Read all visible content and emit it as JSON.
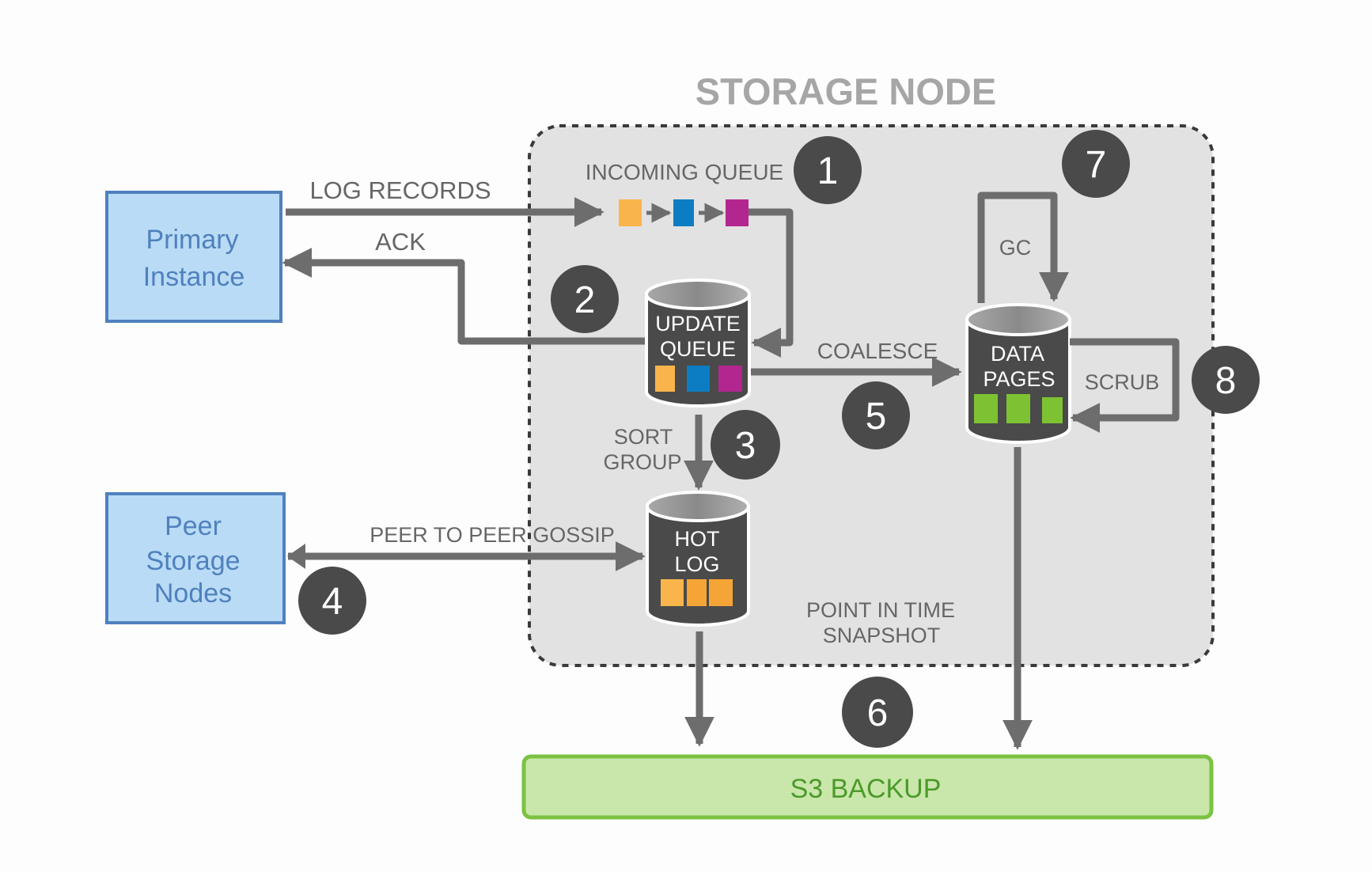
{
  "title": "STORAGE NODE",
  "external_nodes": {
    "primary": {
      "line1": "Primary",
      "line2": "Instance"
    },
    "peer": {
      "line1": "Peer",
      "line2": "Storage",
      "line3": "Nodes"
    }
  },
  "stores": {
    "update_queue": {
      "line1": "UPDATE",
      "line2": "QUEUE"
    },
    "hot_log": {
      "line1": "HOT",
      "line2": "LOG"
    },
    "data_pages": {
      "line1": "DATA",
      "line2": "PAGES"
    }
  },
  "labels": {
    "incoming_queue": "INCOMING QUEUE",
    "log_records": "LOG RECORDS",
    "ack": "ACK",
    "coalesce": "COALESCE",
    "sort": "SORT",
    "group": "GROUP",
    "gossip": "PEER TO PEER GOSSIP",
    "gc": "GC",
    "scrub": "SCRUB",
    "pit_line1": "POINT IN TIME",
    "pit_line2": "SNAPSHOT"
  },
  "steps": [
    "1",
    "2",
    "3",
    "4",
    "5",
    "6",
    "7",
    "8"
  ],
  "backup": {
    "label": "S3 BACKUP"
  },
  "colors": {
    "record_orange": "#f9b54b",
    "record_blue": "#0c7dc2",
    "record_magenta": "#b4268f",
    "page_green": "#7dc232",
    "hotlog_orange": "#f4a535",
    "node_fill": "#b9dbf6",
    "node_border": "#4f81bd",
    "backup_fill": "#c9e7ab",
    "backup_border": "#7cc242"
  }
}
